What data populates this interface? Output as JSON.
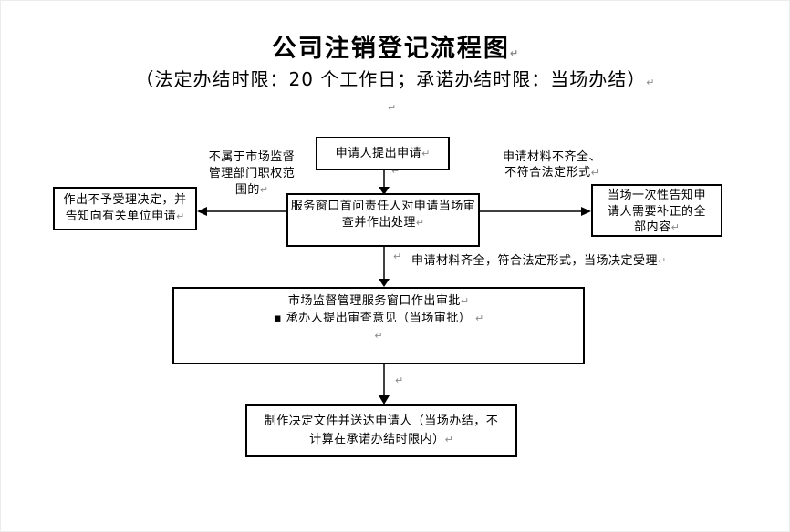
{
  "marks": {
    "pilcrow": "↵",
    "bullet": "▪"
  },
  "title": "公司注销登记流程图",
  "subtitle": "（法定办结时限：20 个工作日；承诺办结时限：当场办结）",
  "nodes": {
    "start": "申请人提出申请",
    "reject": "作出不予受理决定，并\n告知向有关单位申请",
    "review": "服务窗口首问责任人对申请当场审\n查并作出处理",
    "notify": "当场一次性告知申\n请人需要补正的全\n部内容",
    "approval_title": "市场监督管理服务窗口作出审批",
    "approval_bullet_item": "承办人提出审查意见（当场审批）",
    "deliver": "制作决定文件并送达申请人（当场办结，不\n计算在承诺办结时限内）"
  },
  "annotations": {
    "out_of_scope": "不属于市场监督\n管理部门职权范\n围的",
    "incomplete": "申请材料不齐全、\n不符合法定形式",
    "accepted": "申请材料齐全，符合法定形式，当场决定受理"
  },
  "colors": {
    "line": "#000000",
    "text": "#000000",
    "paragraph_mark": "#8a8a8a",
    "background": "#ffffff"
  }
}
